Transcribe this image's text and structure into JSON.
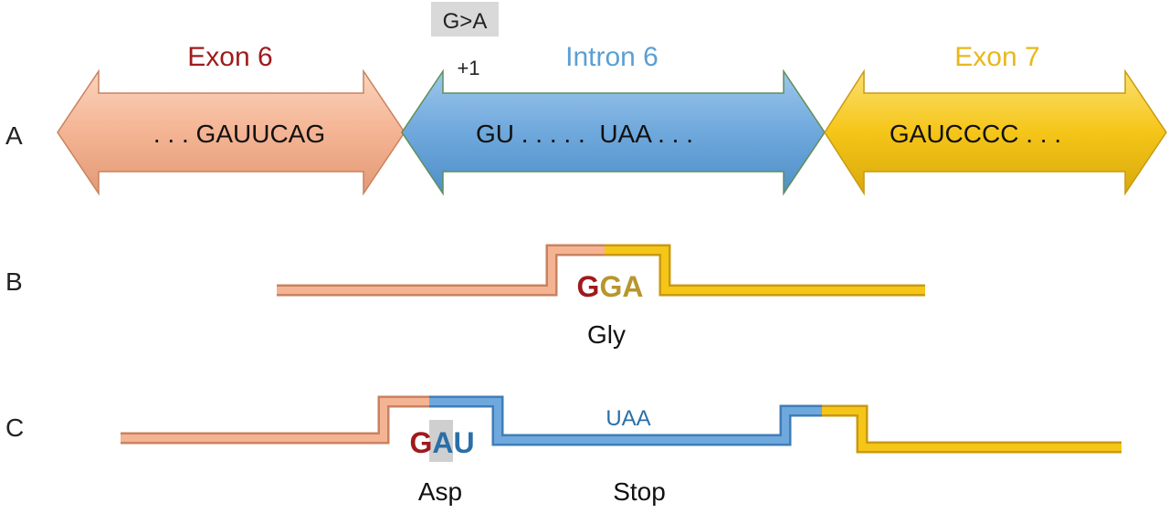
{
  "row_labels": {
    "a": "A",
    "b": "B",
    "c": "C"
  },
  "mutation": {
    "label": "G>A",
    "position": "+1"
  },
  "row_a": {
    "exon6": {
      "title": "Exon 6",
      "sequence": ". . . GAUUCAG"
    },
    "intron6": {
      "title": "Intron 6",
      "sequence": "GU . . . . .  UAA . . ."
    },
    "exon7": {
      "title": "Exon 7",
      "sequence": "GAUCCCC . . ."
    }
  },
  "row_b": {
    "codon": {
      "first": "G",
      "rest": "GA"
    },
    "amino_acid": "Gly"
  },
  "row_c": {
    "codon": {
      "first": "G",
      "second": "A",
      "third": "U"
    },
    "amino_acid": "Asp",
    "stop_codon": "UAA",
    "stop_label": "Stop"
  },
  "colors": {
    "exon6": "#f4b493",
    "intron6": "#6fa8dc",
    "exon7": "#f5c518",
    "exon6_text": "#9e1b1b",
    "intron6_text": "#5a9fd4",
    "exon7_text": "#e8b81a",
    "codon_red": "#9e1b1b",
    "codon_gold": "#b8962e",
    "codon_blue": "#2a6fa8"
  }
}
